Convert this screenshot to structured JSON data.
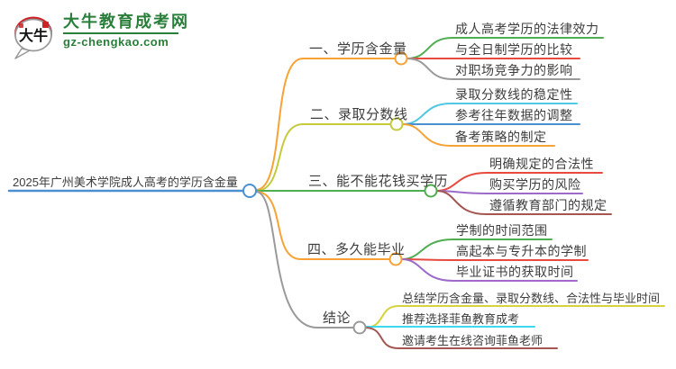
{
  "logo": {
    "icon_text": "大牛",
    "site_name": "大牛教育成考网",
    "site_url": "gz-chengkao.com",
    "green": "#2a7e3b",
    "red": "#cc2328"
  },
  "mindmap": {
    "root": {
      "label": "2025年广州美术学院成人高考的学历含金量",
      "color": "#4a8fd0"
    },
    "branches": [
      {
        "label": "一、学历含金量",
        "color": "#f7a235",
        "children": [
          {
            "label": "成人高考学历的法律效力",
            "color": "#4fae51"
          },
          {
            "label": "与全日制学历的比较",
            "color": "#e74a3f"
          },
          {
            "label": "对职场竞争力的影响",
            "color": "#9a9a9a"
          }
        ]
      },
      {
        "label": "二、录取分数线",
        "color": "#c3ca3c",
        "children": [
          {
            "label": "录取分数线的稳定性",
            "color": "#52c7e3"
          },
          {
            "label": "参考往年数据的调整",
            "color": "#4a8fd0"
          },
          {
            "label": "备考策略的制定",
            "color": "#f7a235"
          }
        ]
      },
      {
        "label": "三、能不能花钱买学历",
        "color": "#4fae51",
        "children": [
          {
            "label": "明确规定的合法性",
            "color": "#e74a3f"
          },
          {
            "label": "购买学历的风险",
            "color": "#9c6bc9"
          },
          {
            "label": "遵循教育部门的规定",
            "color": "#a35750"
          }
        ]
      },
      {
        "label": "四、多久能毕业",
        "color": "#f7a235",
        "children": [
          {
            "label": "学制的时间范围",
            "color": "#4fae51"
          },
          {
            "label": "高起本与专升本的学制",
            "color": "#e74a3f"
          },
          {
            "label": "毕业证书的获取时间",
            "color": "#9c6bc9"
          }
        ]
      },
      {
        "label": "结论",
        "color": "#9a9a9a",
        "children": [
          {
            "label": "总结学历含金量、录取分数线、合法性与毕业时间",
            "color": "#d5d33e"
          },
          {
            "label": "推荐选择菲鱼教育成考",
            "color": "#3fd9ef"
          },
          {
            "label": "邀请考生在线咨询菲鱼老师",
            "color": "#a35750"
          }
        ]
      }
    ]
  }
}
